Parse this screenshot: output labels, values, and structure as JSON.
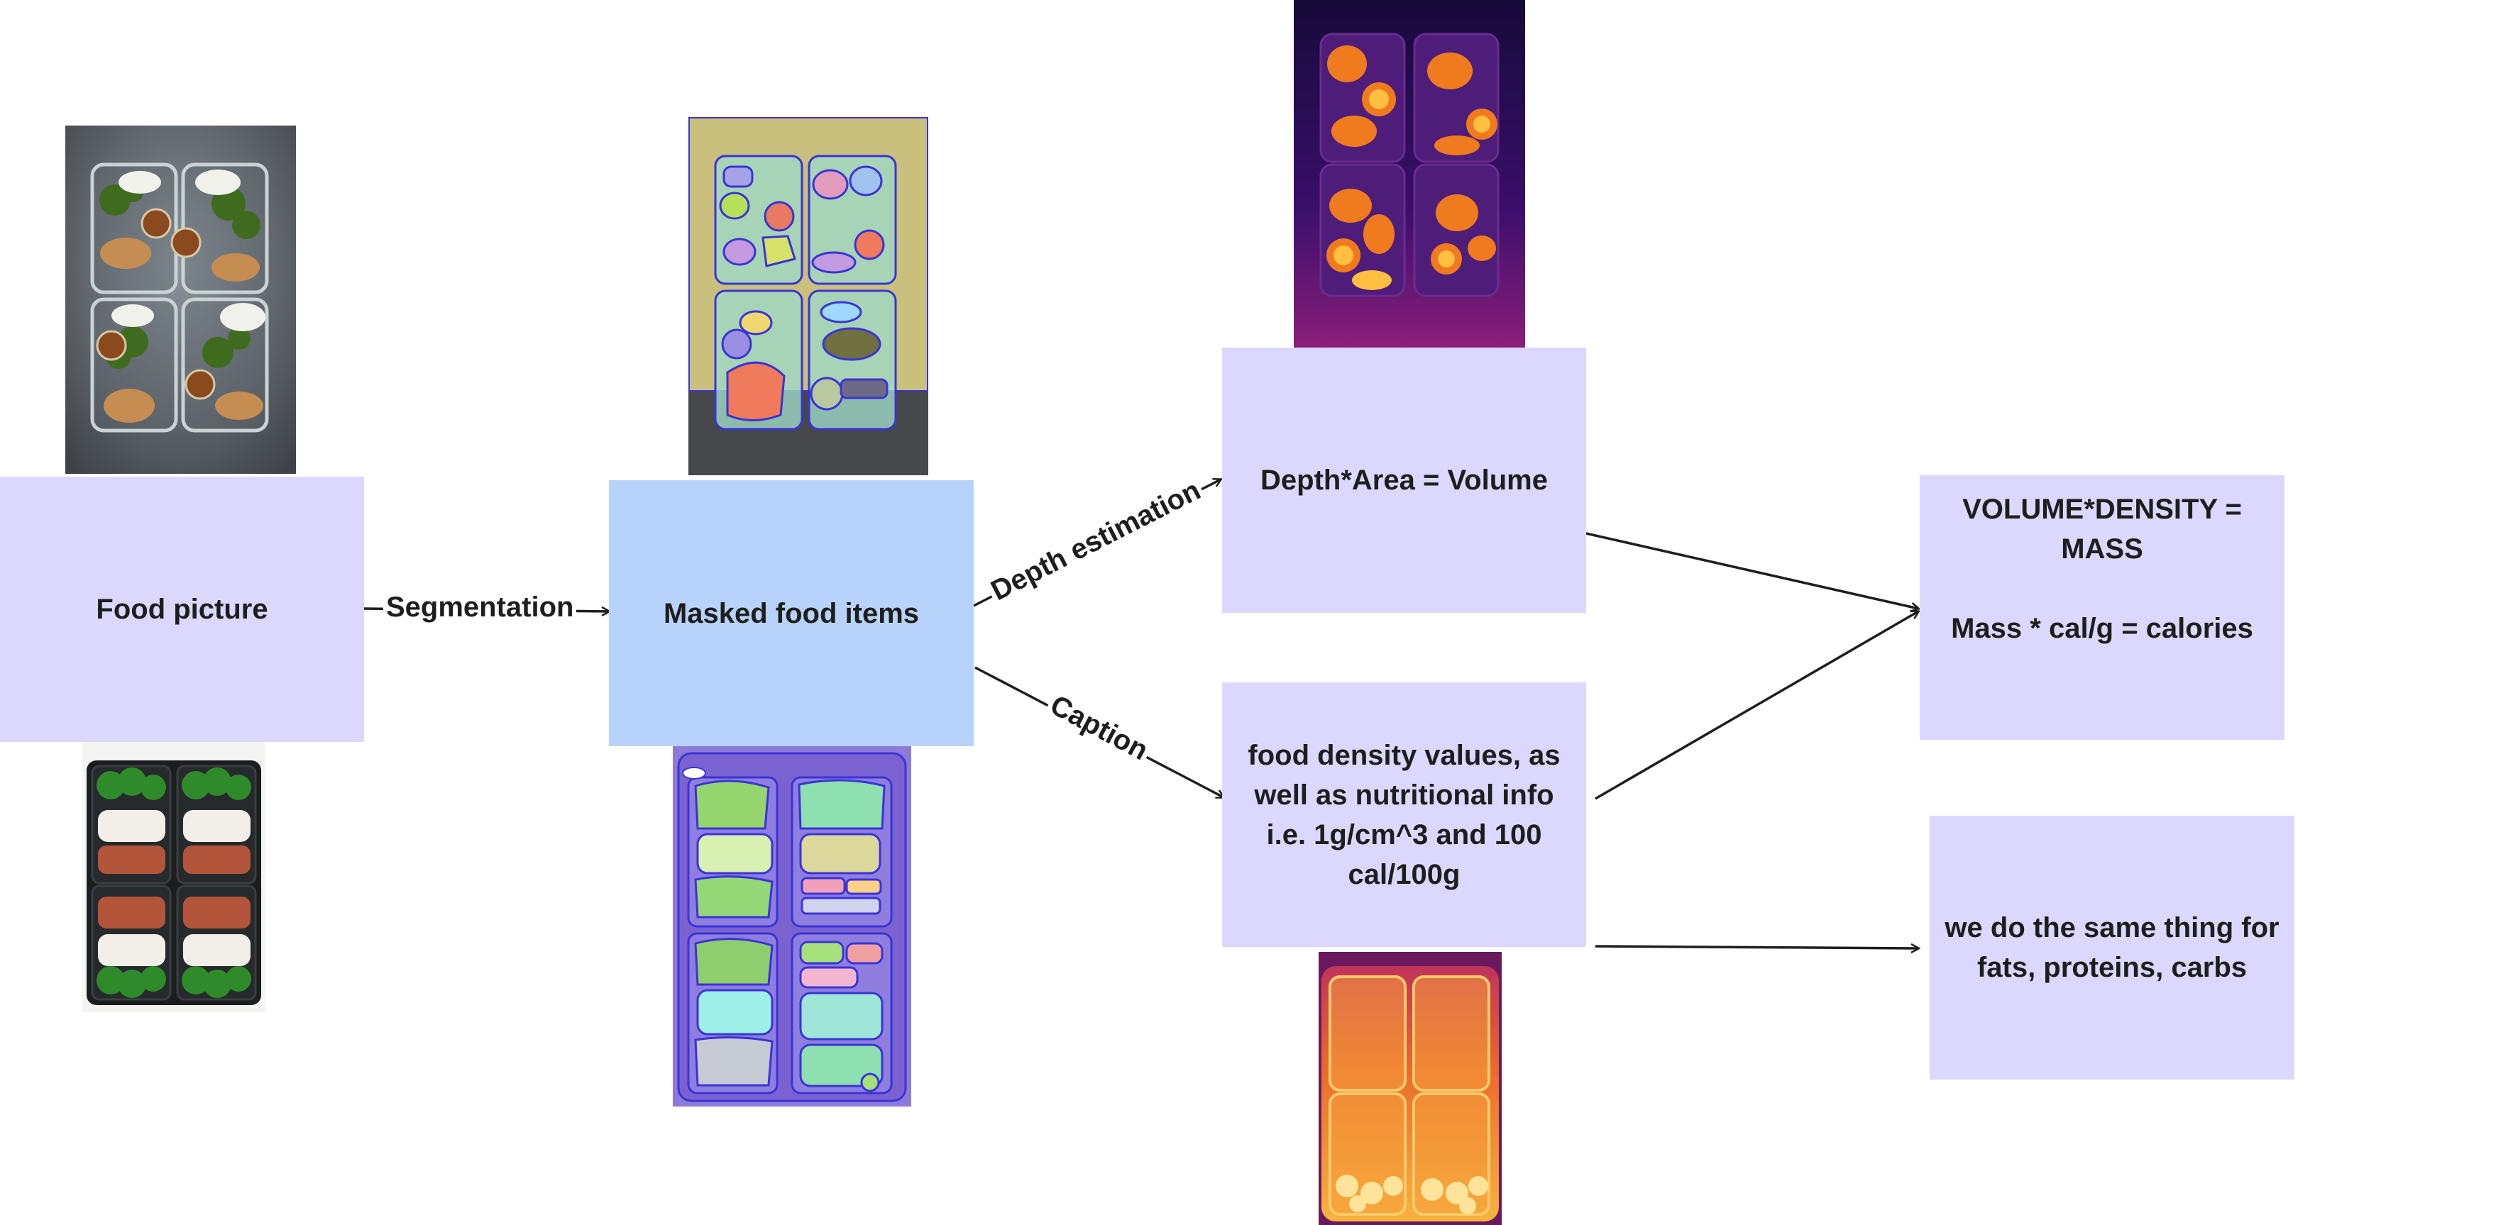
{
  "nodes": {
    "food_picture": "Food picture",
    "masked_food_items": "Masked food items",
    "volume": "Depth*Area  = Volume",
    "density": "food density values, as\nwell as nutritional info\ni.e. 1g/cm^3 and 100\ncal/100g",
    "mass": "VOLUME*DENSITY =\nMASS\n\nMass * cal/g = calories",
    "macros": "we do the same thing for\nfats, proteins, carbs"
  },
  "edges": {
    "segmentation": "Segmentation",
    "depth_estimation": "Depth estimation",
    "caption": "Caption"
  },
  "colors": {
    "lavender": "#dcd8fd",
    "blue": "#b8d3fb",
    "arrow": "#1e1e1e"
  },
  "images": [
    "food-photo-top",
    "food-photo-bottom",
    "segmentation-mask-top",
    "segmentation-mask-bottom",
    "depth-map-top",
    "depth-map-bottom"
  ]
}
